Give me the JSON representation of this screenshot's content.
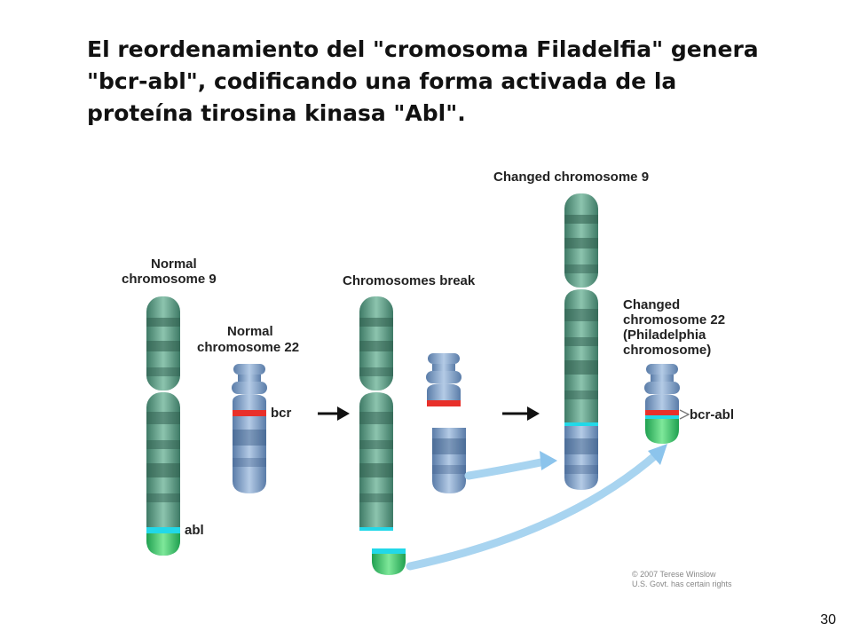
{
  "title": {
    "line1": "El reordenamiento del \"cromosoma Filadelfia\" genera",
    "line2": "\"bcr-abl\", codificando una forma activada  de la",
    "line3": "proteína tirosina kinasa \"Abl\"."
  },
  "labels": {
    "normal_chr9": [
      "Normal",
      "chromosome 9"
    ],
    "normal_chr22": [
      "Normal",
      "chromosome 22"
    ],
    "bcr": "bcr",
    "abl": "abl",
    "chromosomes_break": "Chromosomes break",
    "changed_chr9": "Changed chromosome 9",
    "changed_chr22": [
      "Changed",
      "chromosome 22",
      "(Philadelphia",
      "chromosome)"
    ],
    "bcr_abl": "bcr-abl"
  },
  "credit": {
    "line1": "© 2007 Terese Winslow",
    "line2": "U.S. Govt. has certain rights"
  },
  "colors": {
    "chr9": "#5f9a86",
    "chr22": "#7f9fc6",
    "bcr_band": "#e8302a",
    "abl_band": "#22d8e8",
    "abl_segment": "#3cc86a",
    "arrow": "#a8d4f0"
  },
  "page_number": "30"
}
